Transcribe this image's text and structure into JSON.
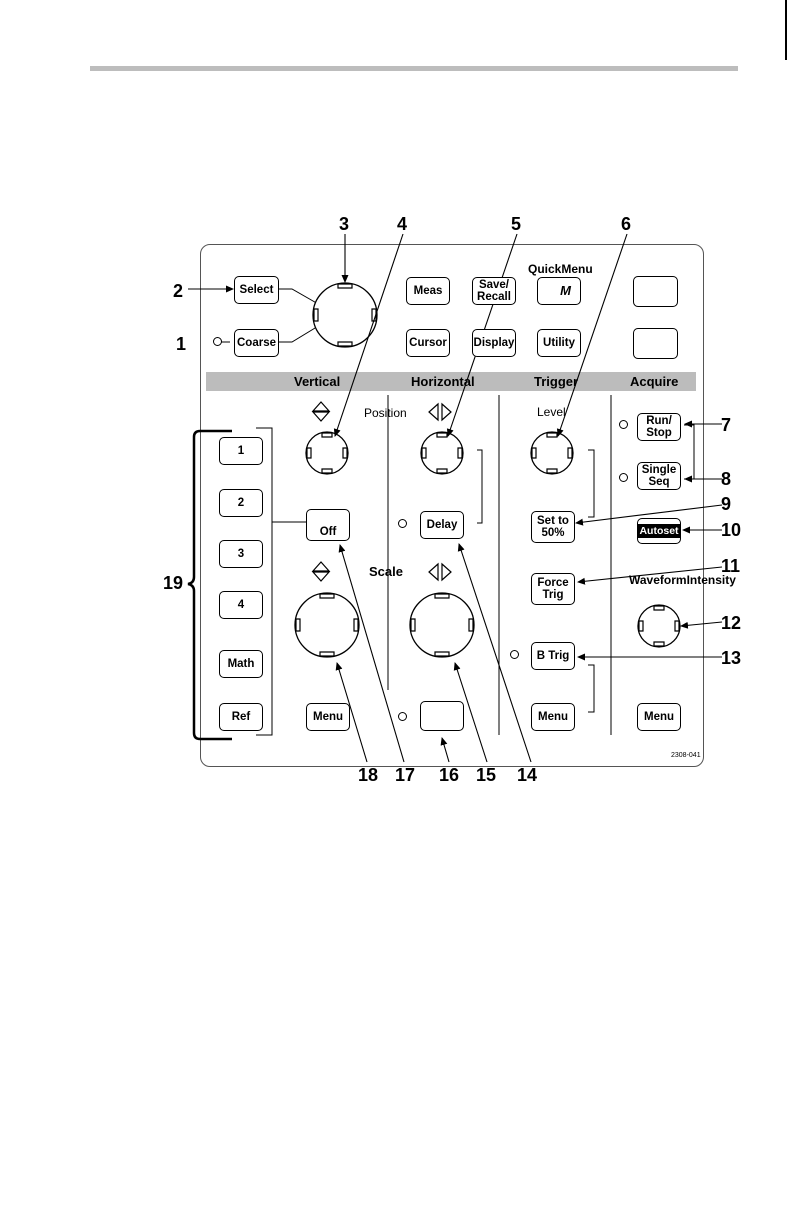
{
  "figure_id": "2308-041",
  "callouts": [
    "1",
    "2",
    "3",
    "4",
    "5",
    "6",
    "7",
    "8",
    "9",
    "10",
    "11",
    "12",
    "13",
    "14",
    "15",
    "16",
    "17",
    "18",
    "19"
  ],
  "sections": {
    "vertical": "Vertical",
    "horizontal": "Horizontal",
    "trigger": "Trigger",
    "acquire": "Acquire"
  },
  "top_row": {
    "select": "Select",
    "coarse": "Coarse",
    "meas": "Meas",
    "save_recall_1": "Save/",
    "save_recall_2": "Recall",
    "quickmenu": "QuickMenu",
    "quickmenu_button": "M",
    "cursor": "Cursor",
    "display": "Display",
    "utility": "Utility"
  },
  "vertical": {
    "channels": [
      "1",
      "2",
      "3",
      "4",
      "Math",
      "Ref"
    ],
    "off": "Off",
    "menu": "Menu"
  },
  "horizontal": {
    "position": "Position",
    "scale": "Scale",
    "delay": "Delay"
  },
  "trigger": {
    "level": "Level",
    "set50_1": "Set to",
    "set50_2": "50%",
    "force_1": "Force",
    "force_2": "Trig",
    "btrig": "B Trig",
    "menu": "Menu"
  },
  "acquire": {
    "runstop_1": "Run/",
    "runstop_2": "Stop",
    "single_1": "Single",
    "single_2": "Seq",
    "autoset": "Autoset",
    "waveform_1": "Waveform",
    "waveform_2": "Intensity",
    "menu": "Menu"
  }
}
